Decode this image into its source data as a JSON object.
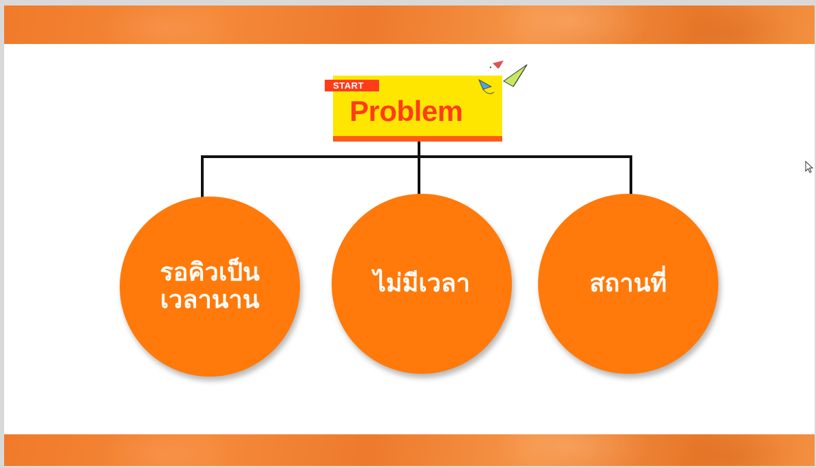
{
  "slide": {
    "start_tag": "START",
    "title": "Problem",
    "problems": [
      {
        "label": "รอคิวเป็น\nเวลานาน"
      },
      {
        "label": "ไม่มีเวลา"
      },
      {
        "label": "สถานที่"
      }
    ]
  },
  "icons": {
    "paper_planes": "paper-planes-icon",
    "cursor": "mouse-pointer-icon"
  },
  "colors": {
    "band": "#f07a2a",
    "title_bg": "#ffe600",
    "title_text": "#ff3c1a",
    "circle": "#ff7a0a",
    "connector": "#111111"
  }
}
